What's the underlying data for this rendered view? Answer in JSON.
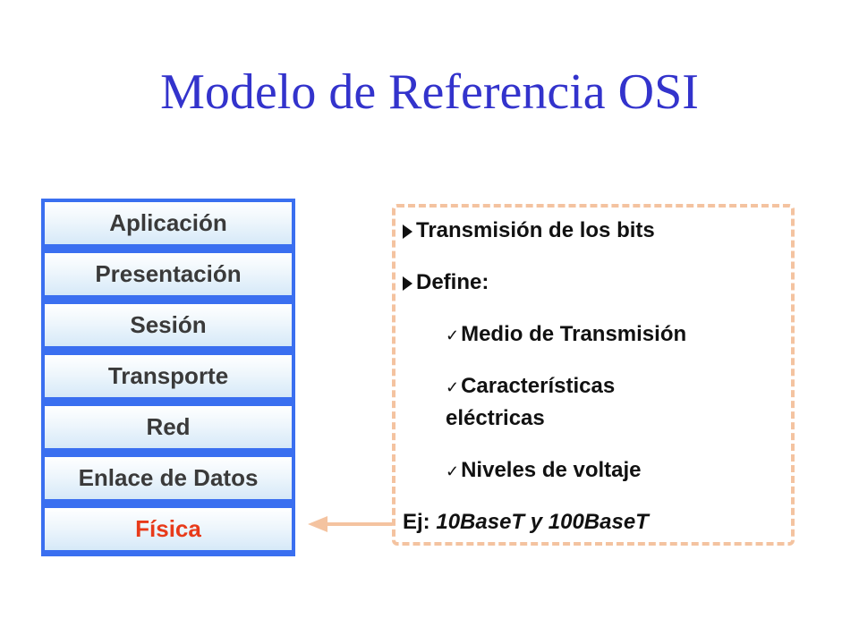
{
  "title": "Modelo de Referencia OSI",
  "layers": [
    "Aplicación",
    "Presentación",
    "Sesión",
    "Transporte",
    "Red",
    "Enlace de Datos",
    "Física"
  ],
  "active_layer": "Física",
  "description": {
    "bullet1": "Transmisión de los bits",
    "bullet2": "Define:",
    "sub1": "Medio de Transmisión",
    "sub2_line1": "Características",
    "sub2_line2": "eléctricas",
    "sub3": "Niveles de voltaje",
    "example_prefix": "Ej: ",
    "example_value": "10BaseT y 100BaseT"
  },
  "colors": {
    "title": "#3333cc",
    "stack_border": "#3a6ff0",
    "active_layer_text": "#e83a1a",
    "desc_border": "#f4c3a0",
    "arrow": "#f4c3a0"
  }
}
